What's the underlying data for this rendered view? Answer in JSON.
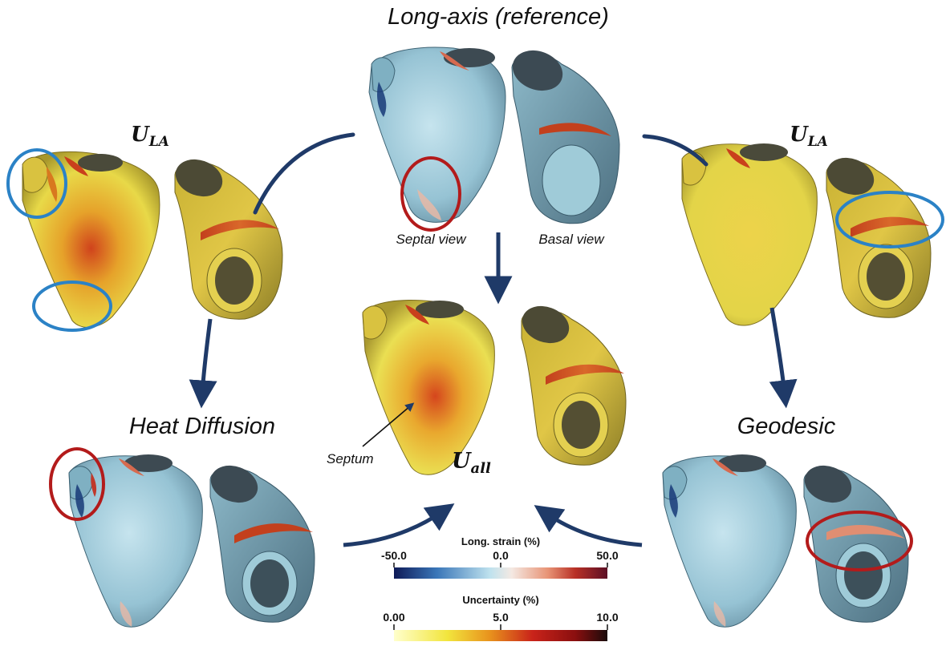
{
  "titles": {
    "top": "Long-axis (reference)",
    "heat": "Heat Diffusion",
    "geodesic": "Geodesic"
  },
  "labels": {
    "septal_view": "Septal view",
    "basal_view": "Basal view",
    "septum": "Septum"
  },
  "symbols": {
    "u": "U",
    "la_sub": "LA",
    "all_sub": "all"
  },
  "colorbars": {
    "strain": {
      "title": "Long. strain (%)",
      "ticks": [
        "-50.0",
        "0.0",
        "50.0"
      ],
      "colors": [
        "#0e1a57",
        "#3a76b8",
        "#bfe2ee",
        "#f4e9e3",
        "#e89476",
        "#b83026",
        "#5c0f25"
      ]
    },
    "uncertainty": {
      "title": "Uncertainty (%)",
      "ticks": [
        "0.00",
        "5.0",
        "10.0"
      ],
      "colors": [
        "#ffffcc",
        "#f2e53d",
        "#e8921d",
        "#c9231a",
        "#8a0f0f",
        "#1a0a0a"
      ]
    }
  },
  "colors": {
    "arrow": "#1f3a68",
    "blue_ring": "#2b82c6",
    "red_ring": "#b31b1b",
    "strain_surface": "#a9cfdc",
    "uncertainty_surface": "#e6d73a"
  }
}
